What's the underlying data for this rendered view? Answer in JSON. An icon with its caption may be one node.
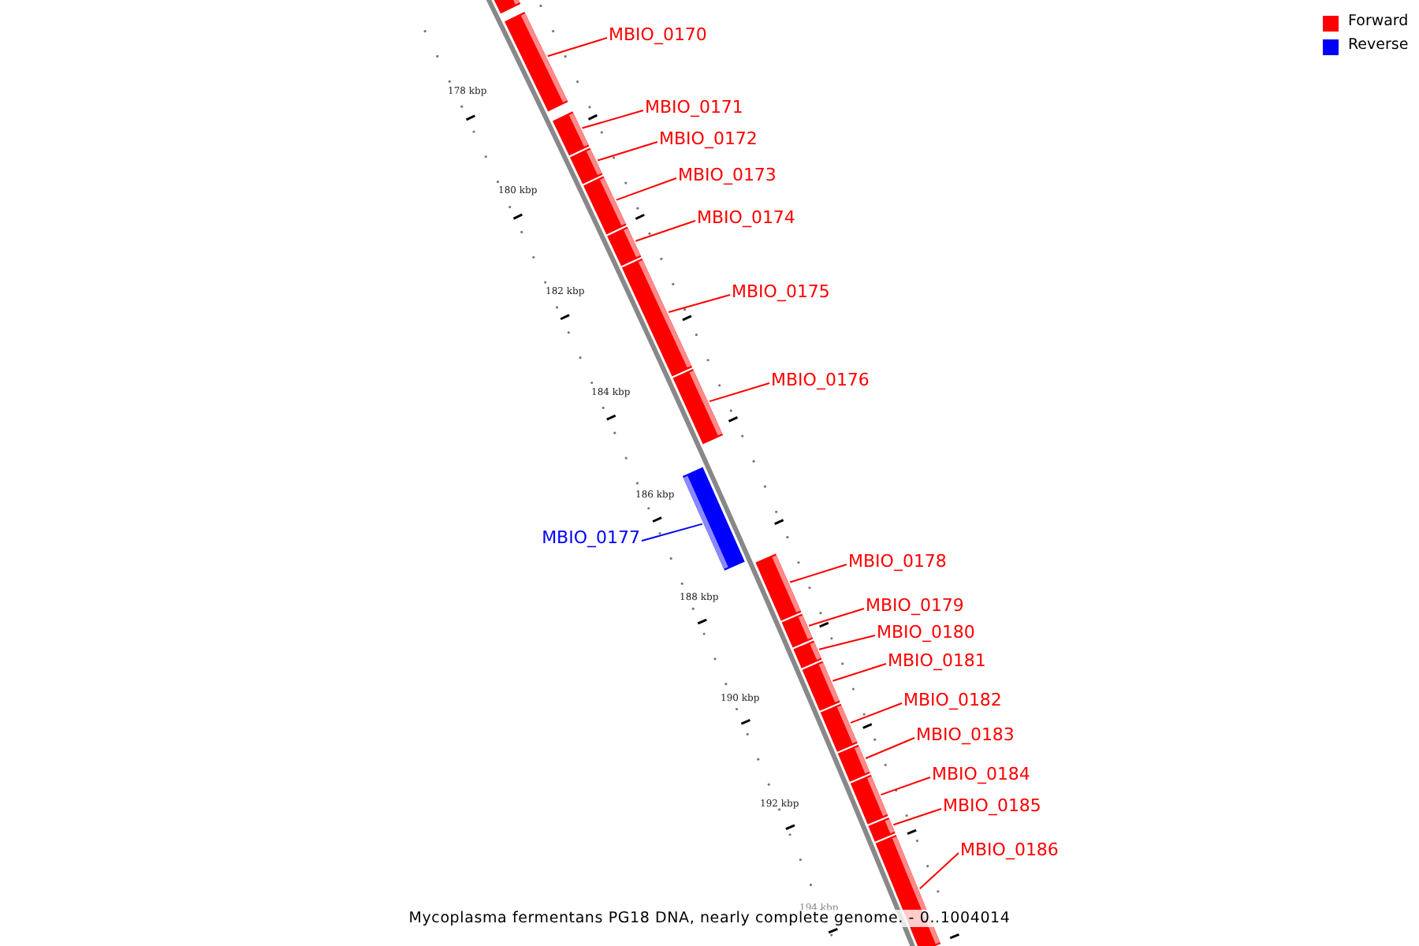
{
  "diagram": {
    "caption": "Mycoplasma fermentans PG18 DNA, nearly complete genome. - 0..1004014",
    "nodes": [
      {
        "text": [],
        "shape": "bar"
      },
      {
        "text": [
          "MBIO_0170"
        ]
      },
      {
        "text": [],
        "shape": "bar"
      },
      {
        "text": [
          "MBIO_0171"
        ]
      },
      {
        "text": [],
        "shape": "bar"
      },
      {
        "text": [
          "MBIO_0172"
        ]
      },
      {
        "text": [],
        "shape": "bar"
      },
      {
        "text": [
          "MBIO_0173"
        ]
      },
      {
        "text": [],
        "shape": "bar"
      },
      {
        "text": [
          "MBIO_0174"
        ]
      },
      {
        "text": [],
        "shape": "bar"
      },
      {
        "text": [
          "MBIO_0175"
        ]
      },
      {
        "text": [],
        "shape": "bar"
      },
      {
        "text": [
          "MBIO_0176"
        ]
      },
      {
        "text": [],
        "shape": "bar"
      },
      {
        "text": [
          "MBIO_0177"
        ]
      },
      {
        "text": [],
        "shape": "bar"
      },
      {
        "text": [
          "MBIO_0178"
        ]
      },
      {
        "text": [],
        "shape": "bar"
      },
      {
        "text": [
          "MBIO_0179"
        ]
      },
      {
        "text": [],
        "shape": "bar"
      },
      {
        "text": [
          "MBIO_0180"
        ]
      },
      {
        "text": [],
        "shape": "bar"
      },
      {
        "text": [
          "MBIO_0181"
        ]
      },
      {
        "text": [],
        "shape": "bar"
      },
      {
        "text": [
          "MBIO_0182"
        ]
      },
      {
        "text": [],
        "shape": "bar"
      },
      {
        "text": [
          "MBIO_0183"
        ]
      },
      {
        "text": [],
        "shape": "bar"
      },
      {
        "text": [
          "MBIO_0184"
        ]
      },
      {
        "text": [],
        "shape": "bar"
      },
      {
        "text": [
          "MBIO_0185"
        ]
      },
      {
        "text": [],
        "shape": "bar"
      },
      {
        "text": [
          "MBIO_0186"
        ]
      },
      {
        "text": [],
        "shape": "bar"
      }
    ],
    "edges": [
      {
        "from": 1,
        "to": 2,
        "arrow": "none"
      },
      {
        "from": 3,
        "to": 4,
        "arrow": "none"
      },
      {
        "from": 5,
        "to": 6,
        "arrow": "none"
      },
      {
        "from": 7,
        "to": 8,
        "arrow": "none"
      },
      {
        "from": 9,
        "to": 10,
        "arrow": "none"
      },
      {
        "from": 11,
        "to": 12,
        "arrow": "none"
      },
      {
        "from": 13,
        "to": 14,
        "arrow": "none"
      },
      {
        "from": 15,
        "to": 16,
        "arrow": "none",
        "color": "#0000ff"
      },
      {
        "from": 17,
        "to": 18,
        "arrow": "none"
      },
      {
        "from": 19,
        "to": 20,
        "arrow": "none"
      },
      {
        "from": 21,
        "to": 22,
        "arrow": "none"
      },
      {
        "from": 23,
        "to": 24,
        "arrow": "none"
      },
      {
        "from": 25,
        "to": 26,
        "arrow": "none"
      },
      {
        "from": 27,
        "to": 28,
        "arrow": "none"
      },
      {
        "from": 29,
        "to": 30,
        "arrow": "none"
      },
      {
        "from": 31,
        "to": 32,
        "arrow": "none"
      },
      {
        "from": 33,
        "to": 34,
        "arrow": "none"
      }
    ],
    "labels": [
      "178 kbp",
      "180 kbp",
      "182 kbp",
      "184 kbp",
      "186 kbp",
      "188 kbp",
      "190 kbp",
      "192 kbp",
      "194 kbp"
    ],
    "legend": [
      {
        "text": "Forward",
        "color": "#ff0000"
      },
      {
        "text": "Reverse",
        "color": "#0000ff"
      }
    ]
  }
}
